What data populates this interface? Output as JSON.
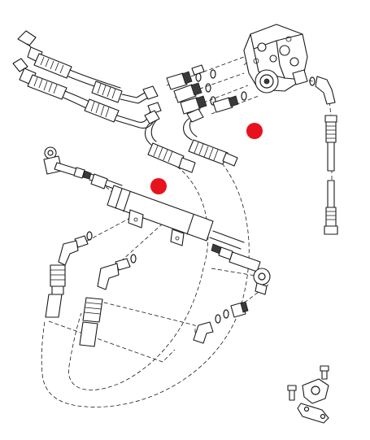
{
  "diagram": {
    "kind": "exploded-parts-drawing",
    "line_color": "#1a1a1a",
    "background": "#ffffff",
    "callout_color": "#e8121c"
  },
  "markers": [
    {
      "id": "marker-1",
      "color": "#e8121c"
    },
    {
      "id": "marker-2",
      "color": "#e8121c"
    }
  ]
}
